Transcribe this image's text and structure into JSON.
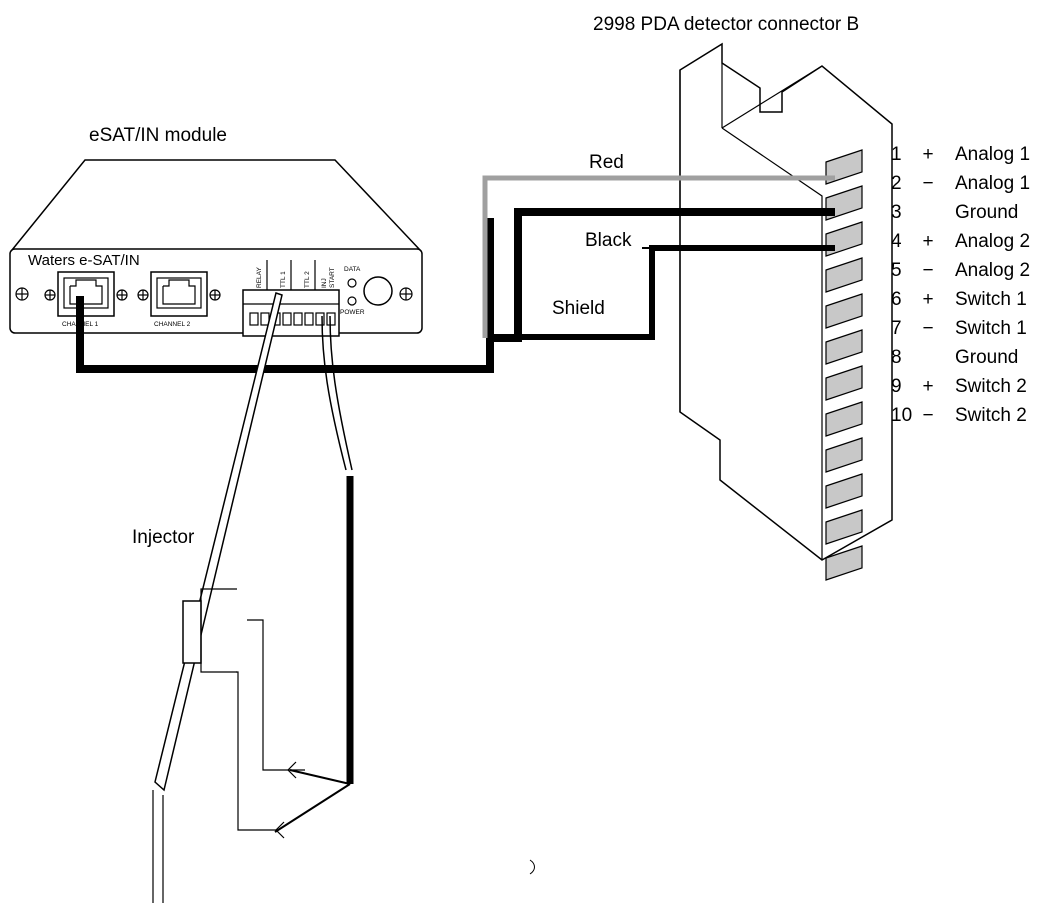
{
  "labels": {
    "connector_title": "2998 PDA detector connector B",
    "module_title": "eSAT/IN module",
    "injector": "Injector",
    "wire_red": "Red",
    "wire_black": "Black",
    "wire_shield": "Shield"
  },
  "module_panel": {
    "brand": "Waters e-SAT/IN",
    "channel1": "CHANNEL 1",
    "channel2": "CHANNEL 2",
    "relay": "RELAY",
    "ttl1": "TTL 1",
    "ttl2": "TTL 2",
    "inj": "INJ",
    "start": "START",
    "data": "DATA",
    "power": "POWER"
  },
  "pins": [
    {
      "num": "1",
      "sign": "+",
      "name": "Analog 1"
    },
    {
      "num": "2",
      "sign": "−",
      "name": "Analog 1"
    },
    {
      "num": "3",
      "sign": "",
      "name": "Ground"
    },
    {
      "num": "4",
      "sign": "+",
      "name": "Analog 2"
    },
    {
      "num": "5",
      "sign": "−",
      "name": "Analog 2"
    },
    {
      "num": "6",
      "sign": "+",
      "name": "Switch 1"
    },
    {
      "num": "7",
      "sign": "−",
      "name": "Switch 1"
    },
    {
      "num": "8",
      "sign": "",
      "name": "Ground"
    },
    {
      "num": "9",
      "sign": "+",
      "name": "Switch 2"
    },
    {
      "num": "10",
      "sign": "−",
      "name": "Switch 2"
    }
  ],
  "colors": {
    "red_wire": "#a0a0a0",
    "black_wire": "#000000",
    "slot_fill": "#c8c8c8"
  }
}
